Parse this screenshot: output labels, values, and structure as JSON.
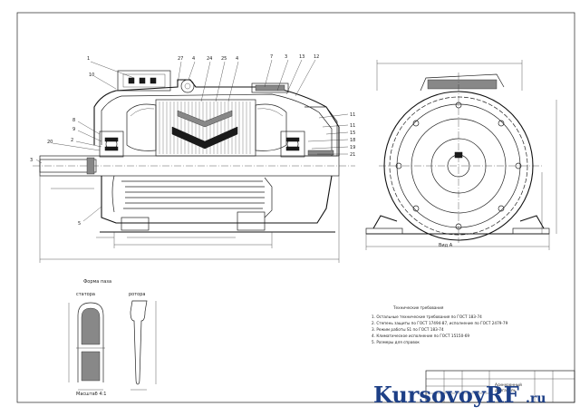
{
  "watermark": {
    "brand_main": "KursovoyRF",
    "brand_tld": ".ru"
  },
  "labels": {
    "section_top": [
      "1",
      "10",
      "27",
      "4",
      "24",
      "25",
      "4",
      "7",
      "3",
      "13",
      "12"
    ],
    "section_left": [
      "8",
      "9",
      "20",
      "3",
      "2",
      "5"
    ],
    "section_right": [
      "11",
      "11",
      "15",
      "18",
      "19",
      "21"
    ]
  },
  "detail_title": "Форма паза",
  "detail_left_label": "статора",
  "detail_right_label": "ротора",
  "scale_note": "Масштаб 4:1",
  "view_label": "Вид А",
  "notes_title": "Технические требования",
  "notes": [
    "1. Остальные технические требования по ГОСТ 183-74",
    "2. Степень защиты по ГОСТ 17494-87, исполнение по ГОСТ 2479-79",
    "3. Режим работы S1 по ГОСТ 183-74",
    "4. Климатическое исполнение по ГОСТ 15150-69",
    "5. Размеры для справок"
  ],
  "title_block": {
    "name_line1": "Асинхронный",
    "name_line2": "двигатель"
  }
}
